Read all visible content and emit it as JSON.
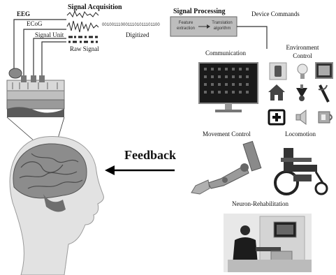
{
  "labels": {
    "eeg": "EEG",
    "ecog": "ECoG",
    "signal_unit": "Signal Unit",
    "signal_acquisition": "Signal Acquisition",
    "raw_signal": "Raw Signal",
    "bitstream": "0010011100011101011101100",
    "digitized": "Digitized",
    "signal_processing": "Signal Processing",
    "feature_extraction": "Feature extraction",
    "translation_algorithm": "Translation algorithm",
    "device_commands": "Device Commands",
    "communication": "Communication",
    "environment_control": "Environment Control",
    "movement_control": "Movement Control",
    "locomotion": "Locomotion",
    "feedback": "Feedback",
    "neuron_rehabilitation": "Neuron-Rehabilitation"
  },
  "icons": [
    "phone-icon",
    "bulb-icon",
    "tv-icon",
    "house-icon",
    "thermometer-icon",
    "knife-icon",
    "first-aid-icon",
    "speaker-icon",
    "cup-icon"
  ]
}
